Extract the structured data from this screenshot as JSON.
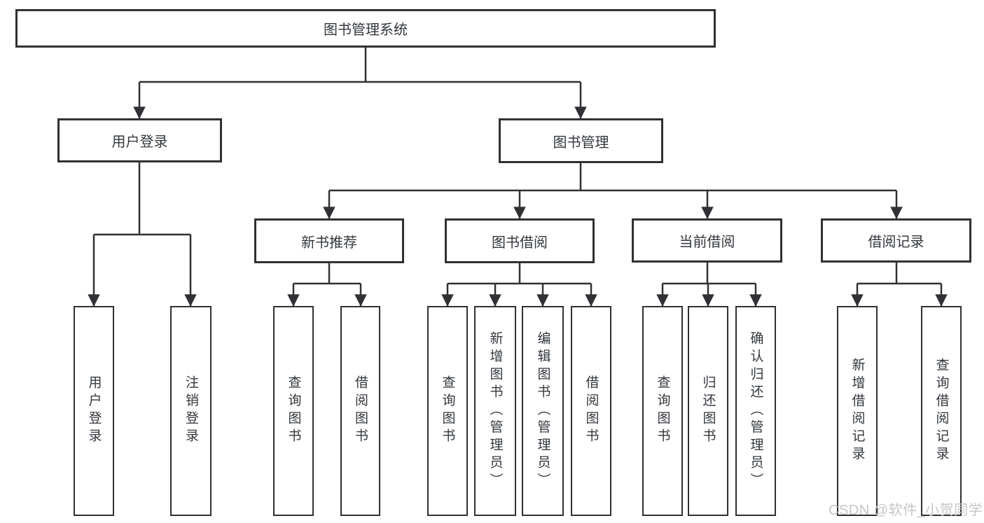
{
  "diagram": {
    "type": "hierarchy-tree",
    "tree": {
      "label": "图书管理系统",
      "children": [
        {
          "label": "用户登录",
          "children": [
            {
              "label": "用户登录"
            },
            {
              "label": "注销登录"
            }
          ]
        },
        {
          "label": "图书管理",
          "children": [
            {
              "label": "新书推荐",
              "children": [
                {
                  "label": "查询图书"
                },
                {
                  "label": "借阅图书"
                }
              ]
            },
            {
              "label": "图书借阅",
              "children": [
                {
                  "label": "查询图书"
                },
                {
                  "label": "新增图书（管理员）"
                },
                {
                  "label": "编辑图书（管理员）"
                },
                {
                  "label": "借阅图书"
                }
              ]
            },
            {
              "label": "当前借阅",
              "children": [
                {
                  "label": "查询图书"
                },
                {
                  "label": "归还图书"
                },
                {
                  "label": "确认归还（管理员）"
                }
              ]
            },
            {
              "label": "借阅记录",
              "children": [
                {
                  "label": "新增借阅记录"
                },
                {
                  "label": "查询借阅记录"
                }
              ]
            }
          ]
        }
      ]
    },
    "colors": {
      "line": "#2f3134",
      "box_border": "#2f3134",
      "box_background": "#ffffff",
      "text": "#33373c",
      "watermark_text": "#c6c6c6"
    }
  },
  "watermark": {
    "text": "CSDN @软件_小贺同学"
  }
}
